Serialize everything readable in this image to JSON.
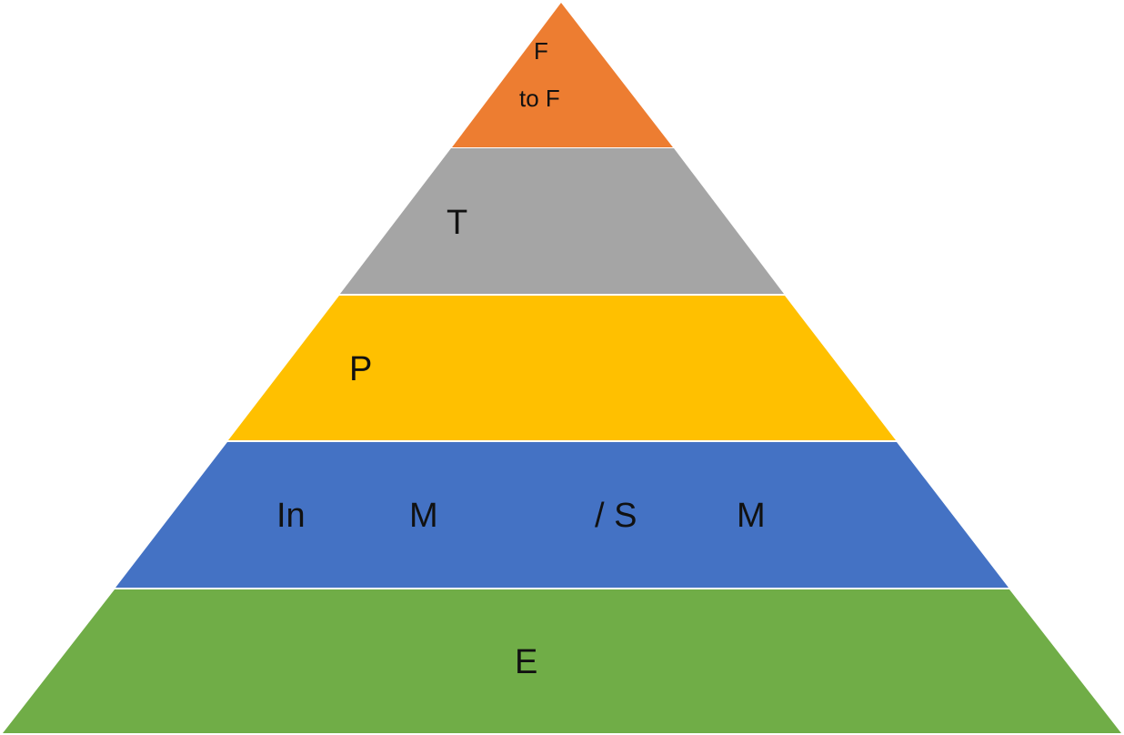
{
  "pyramid": {
    "tiers": [
      {
        "id": "tier-top",
        "color": "#ed7d31",
        "lines": [
          "F",
          "to F"
        ]
      },
      {
        "id": "tier-2",
        "color": "#a5a5a5",
        "label": "T"
      },
      {
        "id": "tier-3",
        "color": "#ffc000",
        "label": "P"
      },
      {
        "id": "tier-4",
        "color": "#4472c4",
        "words": [
          "In",
          "M",
          "/ S",
          "M"
        ]
      },
      {
        "id": "tier-base",
        "color": "#70ad47",
        "label": "E"
      }
    ],
    "separator_color": "#ffffff"
  }
}
